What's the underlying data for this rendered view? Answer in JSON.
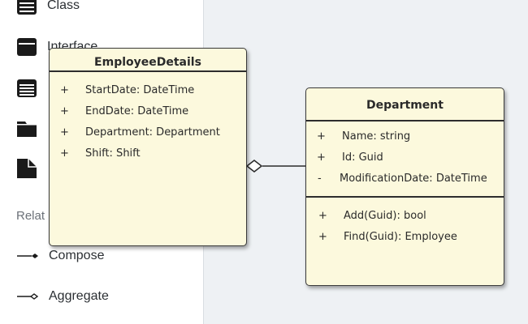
{
  "toolbox": {
    "items": [
      {
        "label": "Class",
        "icon": "class-icon"
      },
      {
        "label": "Interface",
        "icon": "interface-icon"
      },
      {
        "label": "",
        "icon": "enum-icon"
      },
      {
        "label": "",
        "icon": "package-icon"
      },
      {
        "label": "",
        "icon": "note-icon"
      }
    ],
    "section_label": "Relat",
    "relations": [
      {
        "label": "Compose",
        "icon": "compose-arrow-icon"
      },
      {
        "label": "Aggregate",
        "icon": "aggregate-arrow-icon"
      }
    ]
  },
  "diagram": {
    "employee_details": {
      "title": "EmployeeDetails",
      "attributes": [
        {
          "visibility": "+",
          "text": "StartDate: DateTime"
        },
        {
          "visibility": "+",
          "text": "EndDate: DateTime"
        },
        {
          "visibility": "+",
          "text": "Department: Department"
        },
        {
          "visibility": "+",
          "text": "Shift: Shift"
        }
      ]
    },
    "department": {
      "title": "Department",
      "attributes": [
        {
          "visibility": "+",
          "text": "Name: string"
        },
        {
          "visibility": "+",
          "text": "Id: Guid"
        },
        {
          "visibility": "-",
          "text": "ModificationDate: DateTime"
        }
      ],
      "operations": [
        {
          "visibility": "+",
          "text": "Add(Guid): bool"
        },
        {
          "visibility": "+",
          "text": "Find(Guid): Employee"
        }
      ]
    },
    "connector": {
      "type": "aggregation"
    }
  },
  "colors": {
    "uml_fill": "#fcf9dd",
    "canvas": "#eef1f4",
    "panel": "#ffffff"
  }
}
